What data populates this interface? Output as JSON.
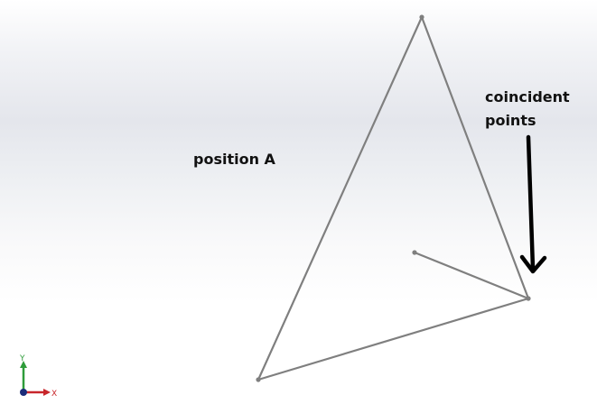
{
  "annotations": {
    "position_label": "position A",
    "coincident_label_line1": "coincident",
    "coincident_label_line2": "points"
  },
  "triad": {
    "y_axis_label": "Y",
    "x_axis_label": "X"
  },
  "colors": {
    "sketch_line": "#7f7f7f",
    "arrow": "#000000",
    "triad_y": "#2e9c3a",
    "triad_x": "#c8262b",
    "triad_origin": "#1b2c7a"
  }
}
